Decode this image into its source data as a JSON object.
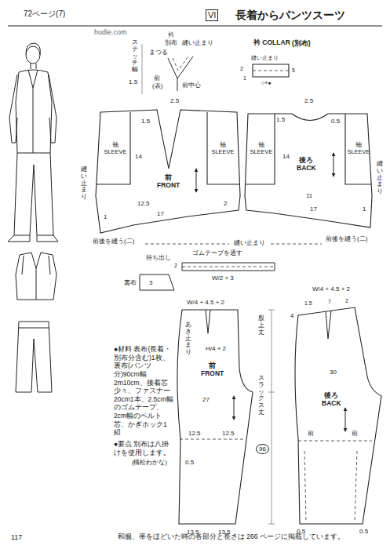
{
  "diagram": {
    "title": "長着からパンツスーツ",
    "nodes": [
      {
        "text": [
          "衿 COLLAR",
          "(別布)"
        ]
      },
      {
        "text": [
          "前 FRONT"
        ]
      },
      {
        "text": [
          "袖 SLEEVE"
        ],
        "in": 1
      },
      {
        "text": [
          "袖 SLEEVE"
        ],
        "in": 1
      },
      {
        "text": [
          "後ろ BACK"
        ]
      },
      {
        "text": [
          "袖 SLEEVE"
        ],
        "in": 4
      },
      {
        "text": [
          "袖 SLEEVE"
        ],
        "in": 4
      },
      {
        "text": [
          "前 FRONT"
        ]
      },
      {
        "text": [
          "後ろ BACK"
        ]
      }
    ],
    "labels": [
      "72ページ(7)",
      "VI",
      "hudie.com",
      "衿",
      "別布",
      "まつる",
      "縫い止まり",
      "前",
      "(表)",
      "前中心",
      "ステッチ幅",
      "1.5",
      "縫い止まり",
      "2",
      "1",
      "5",
      "○+●",
      "2.5",
      "1.5",
      "縫い止まり",
      "14",
      "12.5",
      "1",
      "2",
      "17",
      "前後を縫う(二)",
      "2.5",
      "1.5",
      "0.5",
      "14",
      "11",
      "17",
      "縫い止まり",
      "1",
      "前後を縫う(二)",
      "縫い止まり",
      "ゴムテープを通す",
      "持ち出し",
      "2",
      "W/2 + 3",
      "裏布",
      "3",
      "W/4 + 4.5 + 2",
      "あき止まり",
      "H/4 + 2",
      "27",
      "12.5",
      "12.5",
      "0.5",
      "13.5",
      "13.5",
      "股上丈",
      "スラックス丈",
      "96",
      "W/4 + 4.5 + 2",
      "4",
      "1.5",
      "7",
      "2",
      "30",
      "前",
      "前",
      "0.5",
      "0.5",
      "●材料 表布(長着・別布分含む)1枚、裏布(パンツ分)90cm幅2m10cm、接着芯少々、ファスナー20cm1本、2.5cm幅のゴムテープ、2cm幅のベルト芯、かぎホック1組",
      "●要点 別布は八掛けを使用します。",
      "(構松わかな)",
      "117",
      "和服、帯をほどいた時の各部分と長さは 266 ページに掲載しています。"
    ]
  }
}
